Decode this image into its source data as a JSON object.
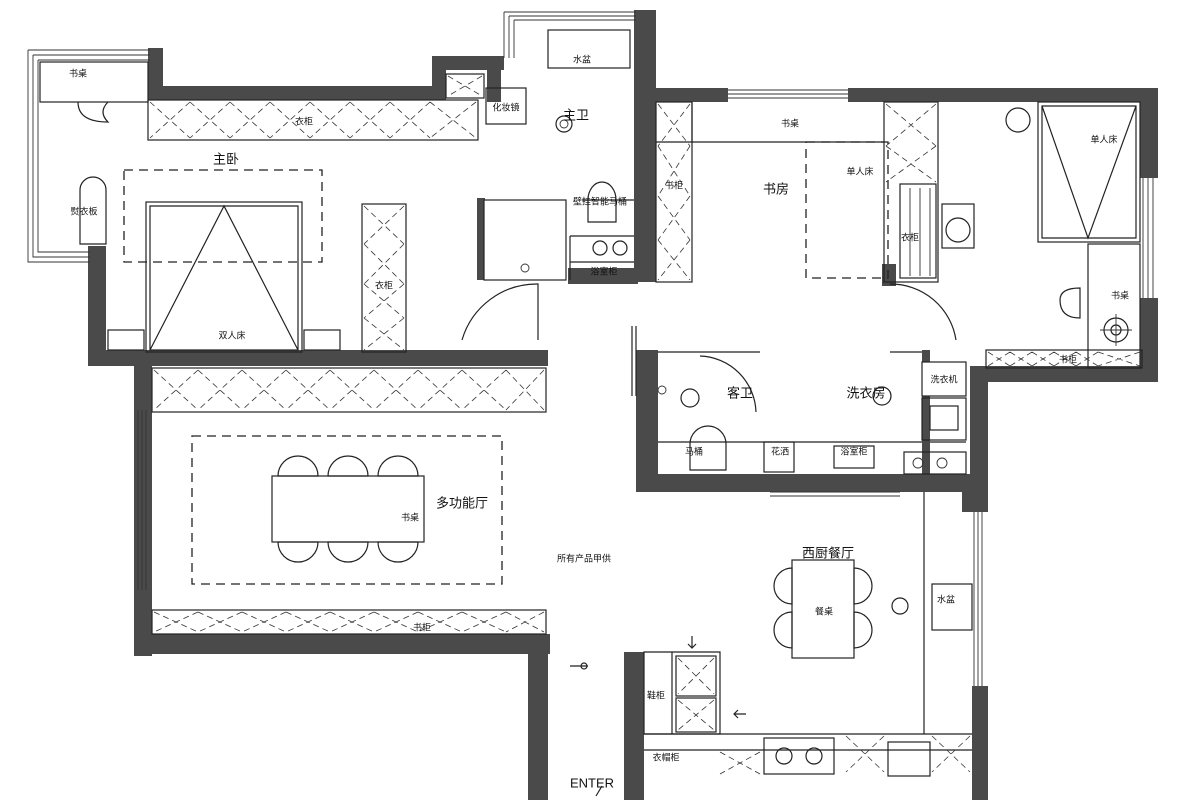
{
  "rooms": {
    "master_bedroom": "主卧",
    "master_bath": "主卫",
    "study": "书房",
    "guest_bath": "客卫",
    "laundry": "洗衣房",
    "multi_hall": "多功能厅",
    "dining": "西厨餐厅"
  },
  "fixtures": {
    "desk": "书桌",
    "wardrobe": "衣柜",
    "double_bed": "双人床",
    "single_bed": "单人床",
    "sink": "水盆",
    "vanity": "化妆镜",
    "smart_toilet": "壁挂智能马桶",
    "bookcase": "书柜",
    "dining_table": "餐桌",
    "washer": "洗衣机",
    "bath_cabinet": "浴室柜",
    "shoe_cabinet": "鞋柜",
    "coat_cabinet": "衣帽柜",
    "ironing_board": "熨衣板",
    "toilet": "马桶",
    "shower": "花洒"
  },
  "notes": {
    "supply": "所有产品甲供",
    "enter": "ENTER"
  }
}
